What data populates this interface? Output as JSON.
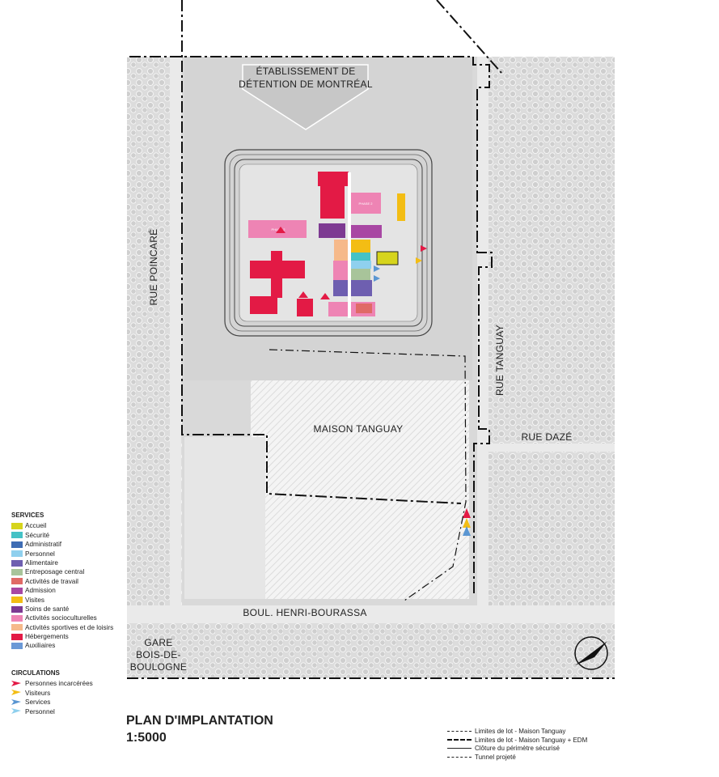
{
  "map_labels": {
    "edm": "ÉTABLISSEMENT DE\nDÉTENTION DE MONTRÉAL",
    "edm_l1": "ÉTABLISSEMENT DE",
    "edm_l2": "DÉTENTION DE MONTRÉAL",
    "rue_poincare": "RUE POINCARÉ",
    "rue_tanguay": "RUE TANGUAY",
    "rue_daze": "RUE DAZÉ",
    "maison_tanguay": "MAISON TANGUAY",
    "boul": "BOUL. HENRI-BOURASSA",
    "gare_l1": "GARE",
    "gare_l2": "BOIS-DE-",
    "gare_l3": "BOULOGNE",
    "phase2_a": "PHASE 2",
    "phase2_b": "PHASE 2"
  },
  "legend": {
    "services_title": "SERVICES",
    "services": [
      {
        "label": "Accueil",
        "color": "#d6d41c"
      },
      {
        "label": "Sécurité",
        "color": "#45c2c6"
      },
      {
        "label": "Administratif",
        "color": "#3f6db4"
      },
      {
        "label": "Personnel",
        "color": "#8fd0ee"
      },
      {
        "label": "Alimentaire",
        "color": "#6e5fb0"
      },
      {
        "label": "Entreposage central",
        "color": "#a8c49a"
      },
      {
        "label": "Activités de travail",
        "color": "#e06a66"
      },
      {
        "label": "Admission",
        "color": "#a847a3"
      },
      {
        "label": "Visites",
        "color": "#f3bd14"
      },
      {
        "label": "Soins de santé",
        "color": "#7d3a92"
      },
      {
        "label": "Activités socioculturelles",
        "color": "#ee84b4"
      },
      {
        "label": "Activités sportives et de loisirs",
        "color": "#f6b98a"
      },
      {
        "label": "Hébergements",
        "color": "#e31a45"
      },
      {
        "label": "Auxiliaires",
        "color": "#6b99d6"
      }
    ],
    "circulations_title": "CIRCULATIONS",
    "circulations": [
      {
        "label": "Personnes incarcérées",
        "color": "#e31a45"
      },
      {
        "label": "Visiteurs",
        "color": "#f3bd14"
      },
      {
        "label": "Services",
        "color": "#5a96d2"
      },
      {
        "label": "Personnel",
        "color": "#8fd0ee"
      }
    ]
  },
  "title": {
    "line1": "PLAN D'IMPLANTATION",
    "line2": "1:5000"
  },
  "line_keys": [
    {
      "label": "Limites de lot - Maison Tanguay",
      "style": "dash-dot"
    },
    {
      "label": "Limites de lot - Maison Tanguay + EDM",
      "style": "dash-dot-bold"
    },
    {
      "label": "Clôture du périmètre sécurisé",
      "style": "x-line"
    },
    {
      "label": "Tunnel projeté",
      "style": "dashed"
    }
  ]
}
